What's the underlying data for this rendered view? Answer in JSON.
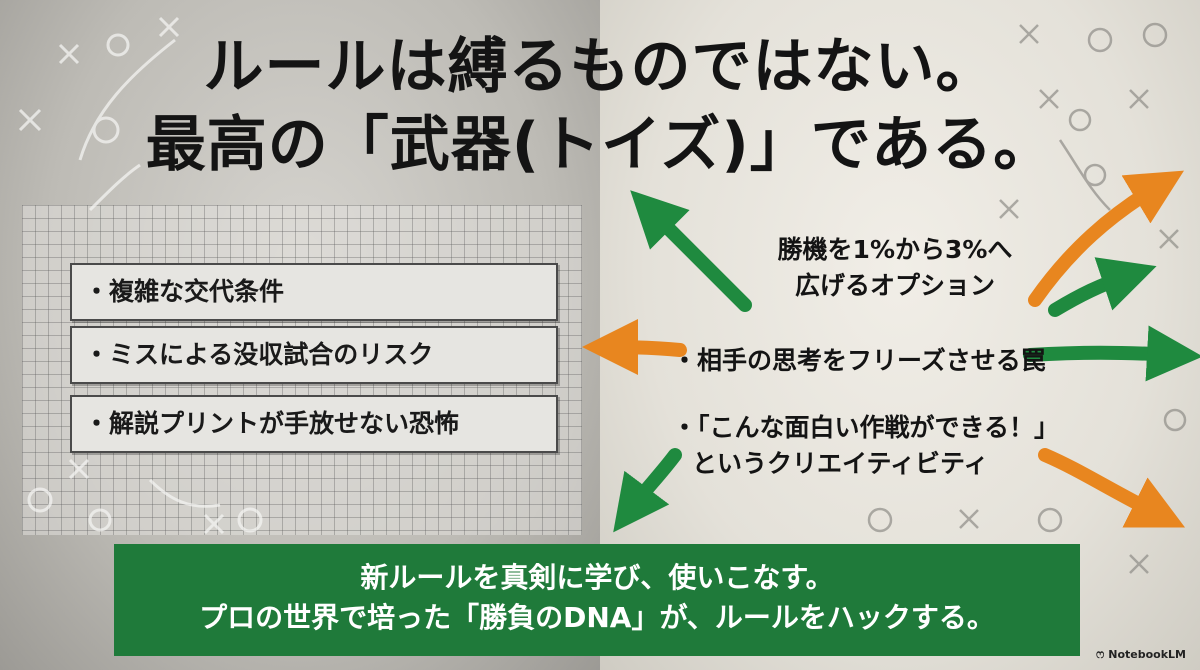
{
  "title": {
    "line1": "ルールは縛るものではない。",
    "line2": "最高の「武器(トイズ)」である。"
  },
  "left_items": [
    "・複雑な交代条件",
    "・ミスによる没収試合のリスク",
    "・解説プリントが手放せない恐怖"
  ],
  "right_items": {
    "item1_line1": "勝機を1%から3%へ",
    "item1_line2": "広げるオプション",
    "item2": "・相手の思考をフリーズさせる罠",
    "item3_line1": "・「こんな面白い作戦ができる！」",
    "item3_line2": "というクリエイティビティ"
  },
  "banner": {
    "line1": "新ルールを真剣に学び、使いこなす。",
    "line2": "プロの世界で培った「勝負のDNA」が、ルールをハックする。"
  },
  "logo": {
    "text": "NotebookLM",
    "icon": "notebooklm-icon"
  },
  "colors": {
    "green": "#1f8a3f",
    "orange": "#e8861f",
    "banner": "#1f7a3a"
  }
}
